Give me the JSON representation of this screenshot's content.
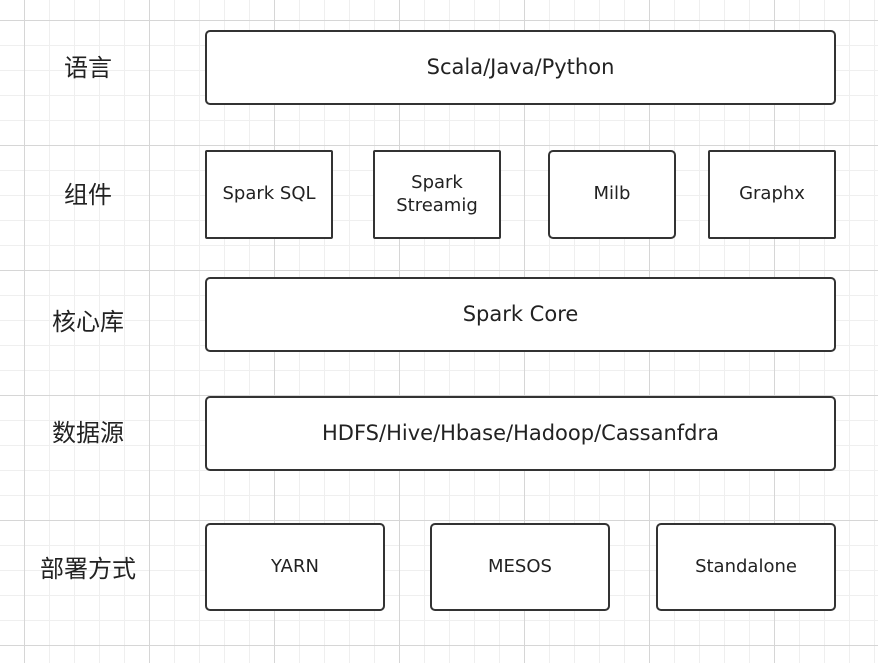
{
  "layers": {
    "language": {
      "label": "语言",
      "boxes": [
        "Scala/Java/Python"
      ]
    },
    "components": {
      "label": "组件",
      "boxes": [
        "Spark SQL",
        "Spark\nStreamig",
        "Milb",
        "Graphx"
      ]
    },
    "core": {
      "label": "核心库",
      "boxes": [
        "Spark Core"
      ]
    },
    "datasource": {
      "label": "数据源",
      "boxes": [
        "HDFS/Hive/Hbase/Hadoop/Cassanfdra"
      ]
    },
    "deployment": {
      "label": "部署方式",
      "boxes": [
        "YARN",
        "MESOS",
        "Standalone"
      ]
    }
  }
}
